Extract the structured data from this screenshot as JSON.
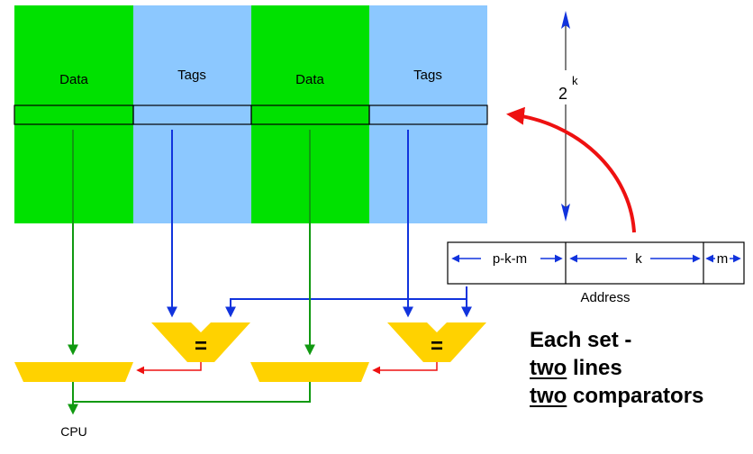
{
  "columns": [
    {
      "label": "Data",
      "color": "#00e100"
    },
    {
      "label": "Tags",
      "color": "#8cc8ff"
    },
    {
      "label": "Data",
      "color": "#00e100"
    },
    {
      "label": "Tags",
      "color": "#8cc8ff"
    }
  ],
  "height_label": {
    "base": "2",
    "exponent": "k"
  },
  "address": {
    "fields": [
      "p-k-m",
      "k",
      "m"
    ],
    "caption": "Address"
  },
  "comparator_symbol": "=",
  "cpu_label": "CPU",
  "note": {
    "line1": "Each set -",
    "line2_emph": "two",
    "line2_rest": " lines",
    "line3_emph": "two",
    "line3_rest": " comparators"
  },
  "colors": {
    "data_column": "#00e100",
    "tag_column": "#8cc8ff",
    "mux_comparator": "#ffd200",
    "data_path": "#119911",
    "tag_path": "#1133dd",
    "select_path": "#ee1111",
    "height_arrow": "#1133dd"
  }
}
